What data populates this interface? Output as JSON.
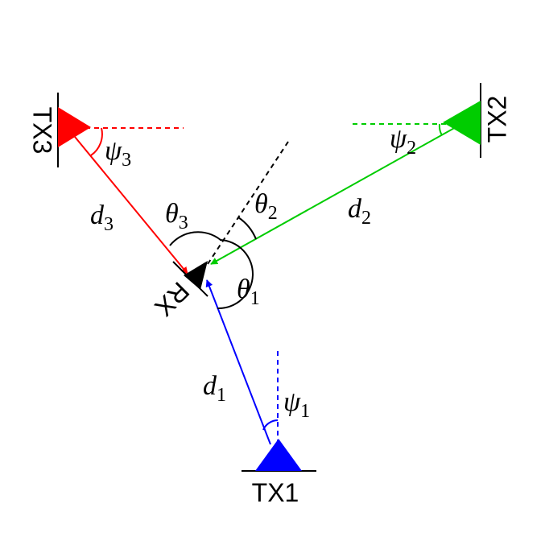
{
  "nodes": {
    "tx1": {
      "label": "TX1",
      "color": "#0000ff"
    },
    "tx2": {
      "label": "TX2",
      "color": "#00cc00"
    },
    "tx3": {
      "label": "TX3",
      "color": "#ff0000"
    },
    "rx": {
      "label": "RX",
      "color": "#000000"
    }
  },
  "distances": {
    "d1": {
      "sym": "d",
      "sub": "1"
    },
    "d2": {
      "sym": "d",
      "sub": "2"
    },
    "d3": {
      "sym": "d",
      "sub": "3"
    }
  },
  "tx_angles": {
    "psi1": {
      "sym": "ψ",
      "sub": "1"
    },
    "psi2": {
      "sym": "ψ",
      "sub": "2"
    },
    "psi3": {
      "sym": "ψ",
      "sub": "3"
    }
  },
  "rx_angles": {
    "theta1": {
      "sym": "θ",
      "sub": "1"
    },
    "theta2": {
      "sym": "θ",
      "sub": "2"
    },
    "theta3": {
      "sym": "θ",
      "sub": "3"
    }
  }
}
